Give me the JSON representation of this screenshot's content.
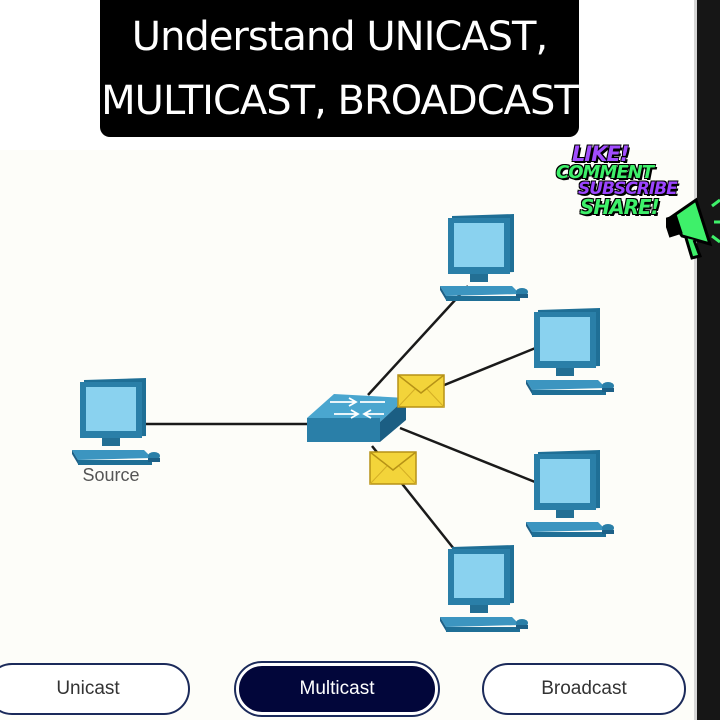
{
  "title": {
    "line1": "Understand UNICAST,",
    "line2": "MULTICAST, BROADCAST"
  },
  "diagram": {
    "source_label": "Source",
    "colors": {
      "device": "#2a7fa8",
      "screen": "#8ad2ef",
      "envelope": "#f3d43a",
      "link": "#1a1a1a"
    },
    "icons": [
      "computer-icon",
      "switch-icon",
      "envelope-icon"
    ]
  },
  "sticker": {
    "like": "LIKE!",
    "comment": "COMMENT",
    "subscribe": "SUBSCRIBE",
    "share": "SHARE!",
    "icon": "megaphone-icon",
    "colors": {
      "like": "#a24dff",
      "comment": "#3ef06a",
      "subscribe": "#9b45ff",
      "share": "#3ef06a"
    }
  },
  "buttons": {
    "unicast": "Unicast",
    "multicast": "Multicast",
    "broadcast": "Broadcast",
    "selected": "Multicast"
  }
}
